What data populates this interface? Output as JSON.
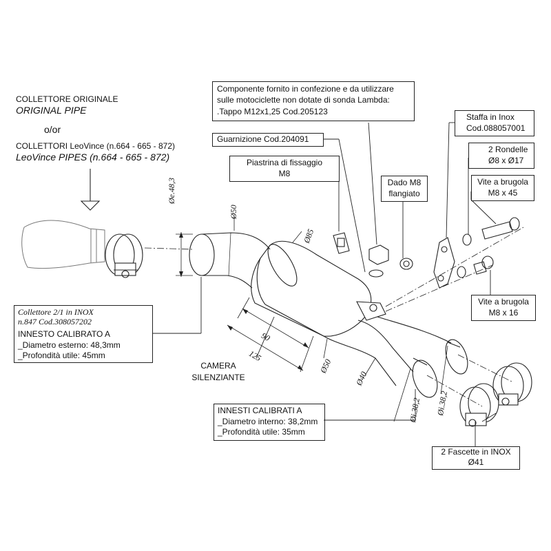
{
  "header": {
    "original_line1": "COLLETTORE ORIGINALE",
    "original_line2": "ORIGINAL PIPE",
    "or": "o/or",
    "leovince_line1": "COLLETTORI LeoVince (n.664 - 665 - 872)",
    "leovince_line2": "LeoVince PIPES (n.664 - 665 - 872)"
  },
  "callouts": {
    "componente": {
      "line1": "Componente fornito in confezione e da utilizzare",
      "line2": "sulle motociclette non dotate di sonda Lambda:",
      "line3": ".Tappo M12x1,25   Cod.205123"
    },
    "guarnizione": "Guarnizione Cod.204091",
    "piastrina": {
      "line1": "Piastrina di fissaggio",
      "line2": "M8"
    },
    "dado": {
      "line1": "Dado M8",
      "line2": "flangiato"
    },
    "staffa": {
      "line1": "Staffa in Inox",
      "line2": "Cod.088057001"
    },
    "rondelle": {
      "line1": "2 Rondelle",
      "line2": "Ø8 x Ø17"
    },
    "vite45": {
      "line1": "Vite a brugola",
      "line2": "M8 x 45"
    },
    "vite16": {
      "line1": "Vite a brugola",
      "line2": "M8 x 16"
    },
    "collettore": {
      "line1": "Collettore 2/1  in  INOX",
      "line2": "n.847     Cod.308057202",
      "line3": "INNESTO CALIBRATO A",
      "line4": "_Diametro esterno: 48,3mm",
      "line5": "_Profondità utile: 45mm"
    },
    "camera": {
      "line1": "CAMERA",
      "line2": "SILENZIANTE"
    },
    "innesti": {
      "line1": "INNESTI CALIBRATI A",
      "line2": "_Diametro interno: 38,2mm",
      "line3": "_Profondità utile: 35mm"
    },
    "fascette": {
      "line1": "2 Fascette in INOX",
      "line2": "Ø41"
    }
  },
  "dimensions": {
    "d_inlet_ext": "Øe.48,3",
    "d50_top": "Ø50",
    "d85": "Ø85",
    "len90": "90",
    "len125": "125",
    "d50_bottom": "Ø50",
    "d40": "Ø40",
    "di38_left": "Øi.38,2",
    "di38_right": "Øi.38,2"
  }
}
